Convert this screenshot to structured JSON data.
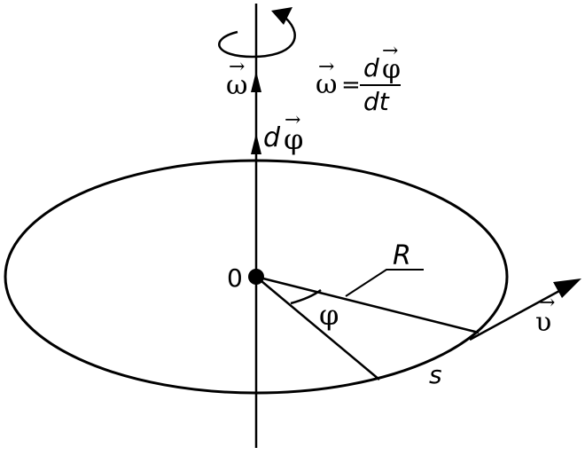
{
  "diagram": {
    "labels": {
      "omega_symbol": "ω",
      "omega_vector_arrow": "→",
      "dphi_d": "d",
      "dphi_symbol": "φ",
      "dphi_arrow": "→",
      "formula_lhs": "ω",
      "formula_lhs_arrow": "→",
      "formula_equals": "=",
      "formula_numerator_d": "d",
      "formula_numerator_phi": "φ",
      "formula_numerator_arrow": "→",
      "formula_denominator": "dt",
      "origin": "0",
      "radius": "R",
      "angle": "φ",
      "arc": "s",
      "velocity_symbol": "υ",
      "velocity_arrow": "→"
    },
    "colors": {
      "stroke": "#000000",
      "background": "#ffffff"
    }
  }
}
